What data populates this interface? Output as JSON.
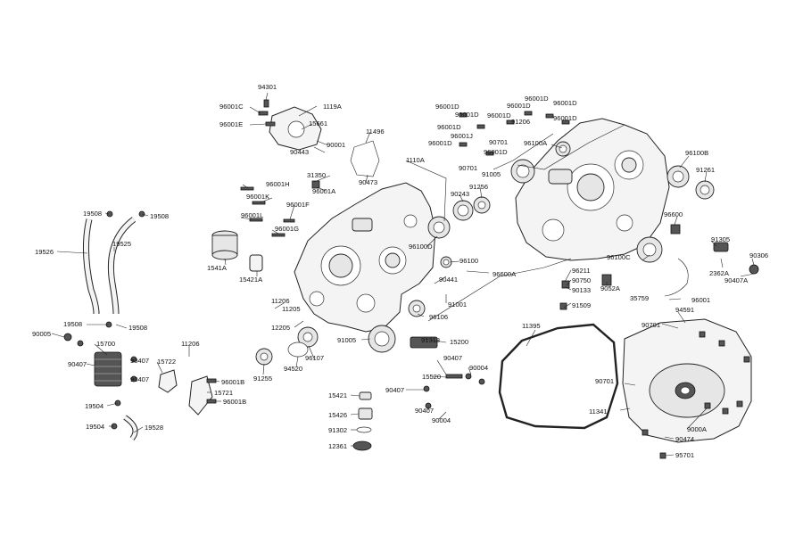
{
  "labels": {
    "p94301": "94301",
    "p96001c": "96001C",
    "p1119a": "1119A",
    "p96001e": "96001E",
    "p15661": "15661",
    "p90001": "90001",
    "p90443": "90443",
    "p11496": "11496",
    "p31350": "31350",
    "p96001a": "96001A",
    "p90473": "90473",
    "p96001h": "96001H",
    "p96001k": "96001K",
    "p96001f": "96001F",
    "p96001l": "96001L",
    "p96001g": "96001G",
    "p1110a": "1110A",
    "p91256": "91256",
    "p90243": "90243",
    "p96100d_l": "96100D",
    "p96100": "96100",
    "p96600a": "96600A",
    "p90441": "90441",
    "p91001": "91001",
    "p96106": "96106",
    "p91005_l": "91005",
    "p96107": "96107",
    "p94520": "94520",
    "p91255": "91255",
    "p12205": "12205",
    "p11206_a": "11206",
    "p11205": "11205",
    "p1541a": "1541A",
    "p15421a": "15421A",
    "p96001d_1": "96001D",
    "p96001d_2": "96001D",
    "p96001d_3": "96001D",
    "p96001d_4": "96001D",
    "p96001d_5": "96001D",
    "p96001d_6": "96001D",
    "p96001d_7": "96001D",
    "p96001d_8": "96001D",
    "p96001j": "96001J",
    "p90701_1": "90701",
    "p90701_2": "90701",
    "p91206": "91206",
    "p96100a": "96100A",
    "p91005_r": "91005",
    "p96100b": "96100B",
    "p91261": "91261",
    "p96600": "96600",
    "p91305": "91305",
    "p90306": "90306",
    "p2362a": "2362A",
    "p90407a": "90407A",
    "p96100c": "96100C",
    "p96211": "96211",
    "p90750": "90750",
    "p90133": "90133",
    "p9052a": "9052A",
    "p91509": "91509",
    "p35759": "35759",
    "p96001": "96001",
    "p94591": "94591",
    "p90701_3": "90701",
    "p90701_4": "90701",
    "p11341": "11341",
    "p9000a": "9000A",
    "p90474": "90474",
    "p95701": "95701",
    "p11395": "11395",
    "p91313": "91313",
    "p15200": "15200",
    "p90407_1": "90407",
    "p90004_1": "90004",
    "p15520": "15520",
    "p90407_2": "90407",
    "p90407_3": "90407",
    "p90004_2": "90004",
    "p15421": "15421",
    "p15426": "15426",
    "p91302": "91302",
    "p12361": "12361",
    "p19508_1": "19508",
    "p19508_2": "19508",
    "p19508_3": "19508",
    "p19508_4": "19508",
    "p19526": "19526",
    "p19525": "19525",
    "p90005": "90005",
    "p15700": "15700",
    "p90407_4": "90407",
    "p90407_5": "90407",
    "p11206_b": "11206",
    "p15722": "15722",
    "p96001b_1": "96001B",
    "p15721": "15721",
    "p96001b_2": "96001B",
    "p19504_1": "19504",
    "p19504_2": "19504",
    "p19528": "19528"
  }
}
